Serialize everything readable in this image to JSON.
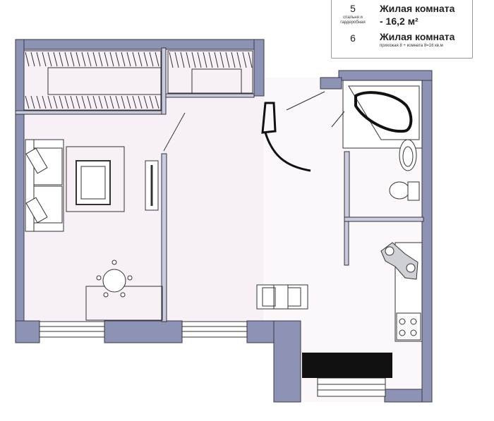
{
  "legend": {
    "rows": [
      {
        "number": "5",
        "subtitle": "спальня и гардеробная",
        "title": "Жилая комната",
        "area_text": "- 16,2 м²"
      },
      {
        "number": "6",
        "subtitle": "",
        "title": "Жилая комната",
        "note": "прихожая 8 + комната 8=16 кв.м"
      }
    ]
  },
  "colors": {
    "wall": "#8d93b4",
    "wall_outline": "#3a3a48",
    "floor": "#f7f1f7",
    "line": "#333333",
    "marker": "#111111"
  }
}
